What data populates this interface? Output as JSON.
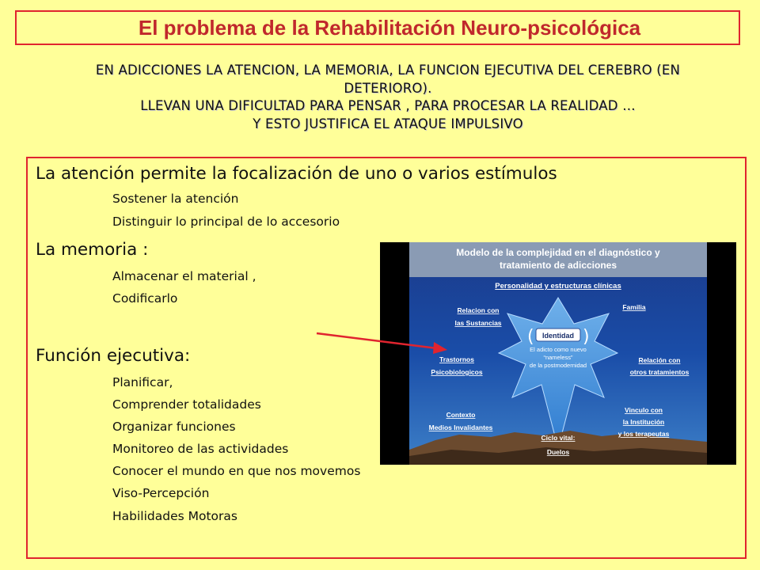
{
  "title": "El problema de la Rehabilitación Neuro-psicológica",
  "subtitle_lines": [
    "EN ADICCIONES LA ATENCION, LA MEMORIA, LA FUNCION EJECUTIVA DEL CEREBRO (EN",
    "DETERIORO).",
    "LLEVAN UNA DIFICULTAD PARA PENSAR , PARA PROCESAR LA REALIDAD …",
    "Y ESTO JUSTIFICA EL ATAQUE IMPULSIVO"
  ],
  "sections": {
    "atencion": {
      "heading": "La atención permite la focalización de uno o varios estímulos",
      "items": [
        "Sostener la atención",
        "Distinguir lo principal de lo accesorio"
      ]
    },
    "memoria": {
      "heading": "La memoria :",
      "items": [
        "Almacenar el material ,",
        "Codificarlo"
      ]
    },
    "funcion": {
      "heading": "Función ejecutiva:",
      "items": [
        "Planificar,",
        "Comprender totalidades",
        "Organizar funciones",
        "Monitoreo de las actividades",
        "Conocer el mundo en que nos movemos",
        "Viso-Percepción",
        "Habilidades Motoras"
      ]
    }
  },
  "figure": {
    "title_lines": [
      "Modelo de la complejidad en el diagnóstico y",
      "tratamiento de adicciones"
    ],
    "top_label": "Personalidad y estructuras clínicas",
    "labels": {
      "relacion_sustancias": [
        "Relacion con",
        "las Sustancias"
      ],
      "familia": "Familia",
      "trastornos": [
        "Trastornos",
        "Psicobiologicos"
      ],
      "relacion_tratamientos": [
        "Relación con",
        "otros tratamientos"
      ],
      "contexto": [
        "Contexto",
        "Medios Invalidantes"
      ],
      "vinculo": [
        "Vinculo con",
        "la Institución",
        "y los terapeutas"
      ],
      "ciclo": [
        "Ciclo vital:",
        "Duelos"
      ]
    },
    "center_badge": "Identidad",
    "center_text": [
      "El adicto como nuevo",
      "“nameless”",
      "de la postmodernidad"
    ]
  },
  "colors": {
    "accent_red": "#e0242f",
    "title_red": "#c0282c",
    "background": "#ffff99"
  }
}
